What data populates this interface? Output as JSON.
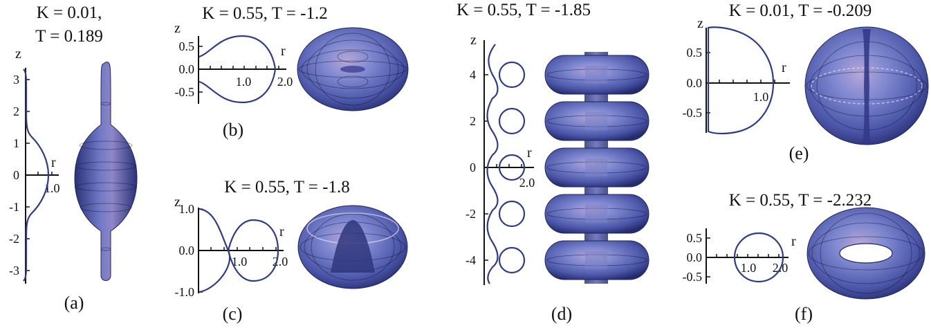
{
  "panels": [
    {
      "id": "a",
      "caption": "(a)",
      "title_line1": "K = 0.01,",
      "title_line2": "T = 0.189",
      "z_ticks": [
        "3",
        "2",
        "1",
        "0",
        "-1",
        "-2",
        "-3"
      ],
      "r_ticks": [
        "1.0"
      ],
      "z_label": "z",
      "r_label": "r"
    },
    {
      "id": "b",
      "caption": "(b)",
      "title": "K = 0.55, T = -1.2",
      "z_ticks": [
        "0.5",
        "0.0",
        "-0.5"
      ],
      "r_ticks": [
        "1.0",
        "2.0"
      ],
      "z_label": "z",
      "r_label": "r"
    },
    {
      "id": "c",
      "caption": "(c)",
      "title": "K = 0.55, T = -1.8",
      "z_ticks": [
        "1.0",
        "0.0",
        "-1.0"
      ],
      "r_ticks": [
        "1.0",
        "2.0"
      ],
      "z_label": "z",
      "r_label": "r"
    },
    {
      "id": "d",
      "caption": "(d)",
      "title": "K = 0.55, T = -1.85",
      "z_ticks": [
        "4",
        "2",
        "0",
        "-2",
        "-4"
      ],
      "r_ticks": [
        "2.0"
      ],
      "z_label": "z",
      "r_label": "r"
    },
    {
      "id": "e",
      "caption": "(e)",
      "title": "K = 0.01, T = -0.209",
      "z_ticks": [
        "0.5",
        "0.0",
        "-0.5"
      ],
      "r_ticks": [
        "1.0"
      ],
      "z_label": "z",
      "r_label": "r"
    },
    {
      "id": "f",
      "caption": "(f)",
      "title": "K = 0.55, T = -2.232",
      "z_ticks": [
        "0.5",
        "0.0",
        "-0.5"
      ],
      "r_ticks": [
        "1.0",
        "2.0"
      ],
      "z_label": "",
      "r_label": "r"
    }
  ],
  "colors": {
    "curve": "#2e3a8c",
    "surface_light": "#7d87cf",
    "surface_mid": "#4b56a8",
    "surface_dark": "#252c6e",
    "highlight": "#b58fc4"
  }
}
